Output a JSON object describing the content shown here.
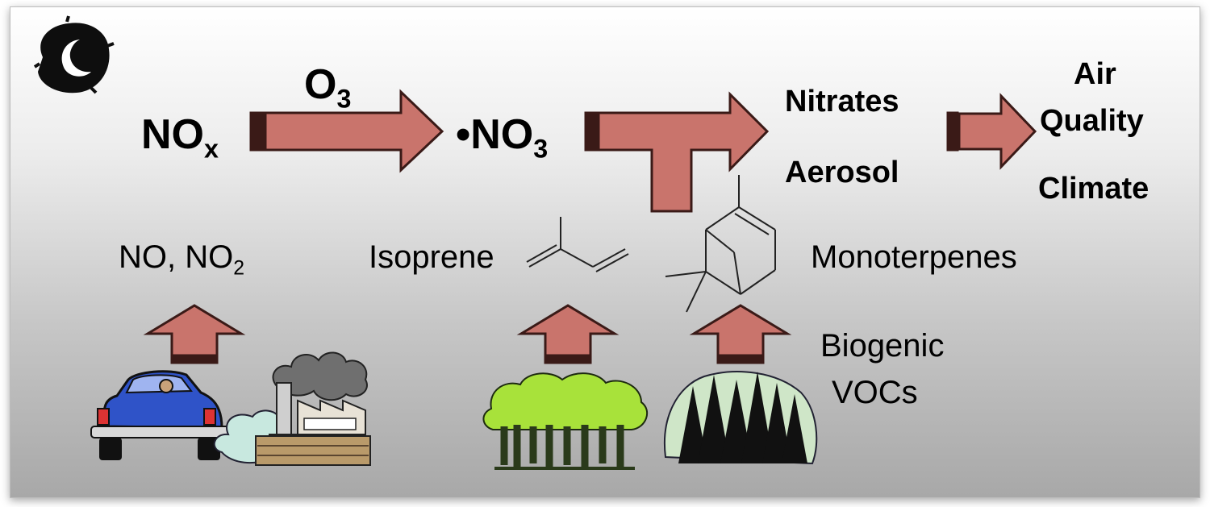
{
  "diagram": {
    "nodes": {
      "nox": {
        "base": "NO",
        "sub": "x"
      },
      "o3": {
        "base": "O",
        "sub": "3"
      },
      "no3": {
        "base": "•NO",
        "sub": "3"
      },
      "nitrates": "Nitrates",
      "aerosol": "Aerosol",
      "air": "Air",
      "quality": "Quality",
      "climate": "Climate"
    },
    "sources": {
      "no_no2": {
        "base": "NO, NO",
        "sub": "2"
      },
      "isoprene": "Isoprene",
      "monoterpenes": "Monoterpenes",
      "biogenic": "Biogenic",
      "vocs": "VOCs"
    },
    "colors": {
      "arrow_fill": "#c9746c",
      "arrow_outline": "#3a1a17",
      "canopy_green": "#a8e23a",
      "car_blue": "#2f53c8"
    },
    "icons": [
      "moon-night-icon",
      "car-icon",
      "factory-icon",
      "broadleaf-forest-icon",
      "conifer-forest-icon"
    ]
  }
}
